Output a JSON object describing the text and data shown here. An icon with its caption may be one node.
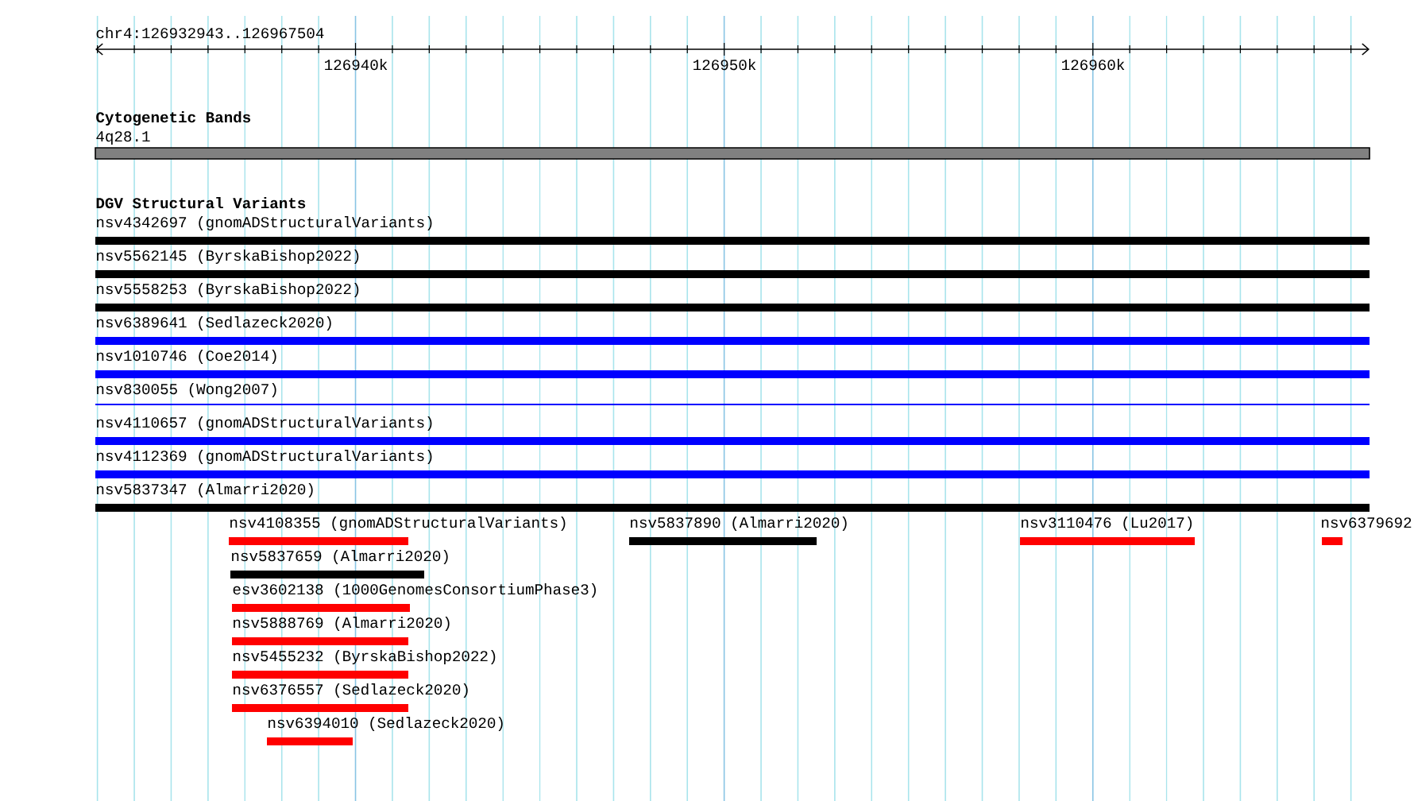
{
  "diagram": {
    "nodes": [
      {
        "text": [
          "4q28.1"
        ]
      },
      {
        "text": [
          "nsv4342697 (gnomADStructuralVariants)"
        ]
      },
      {
        "text": [
          "nsv5562145 (ByrskaBishop2022)"
        ]
      },
      {
        "text": [
          "nsv5558253 (ByrskaBishop2022)"
        ]
      },
      {
        "text": [
          "nsv6389641 (Sedlazeck2020)"
        ]
      },
      {
        "text": [
          "nsv1010746 (Coe2014)"
        ]
      },
      {
        "text": [
          "nsv830055 (Wong2007)"
        ]
      },
      {
        "text": [
          "nsv4110657 (gnomADStructuralVariants)"
        ]
      },
      {
        "text": [
          "nsv4112369 (gnomADStructuralVariants)"
        ]
      },
      {
        "text": [
          "nsv5837347 (Almarri2020)"
        ]
      },
      {
        "text": [
          "nsv4108355 (gnomADStructuralVariants)"
        ]
      },
      {
        "text": [
          "nsv5837890 (Almarri2020)"
        ]
      },
      {
        "text": [
          "nsv3110476 (Lu2017)"
        ]
      },
      {
        "text": [
          "nsv6379692"
        ]
      },
      {
        "text": [
          "nsv5837659 (Almarri2020)"
        ]
      },
      {
        "text": [
          "esv3602138 (1000GenomesConsortiumPhase3)"
        ]
      },
      {
        "text": [
          "nsv5888769 (Almarri2020)"
        ]
      },
      {
        "text": [
          "nsv5455232 (ByrskaBishop2022)"
        ]
      },
      {
        "text": [
          "nsv6376557 (Sedlazeck2020)"
        ]
      },
      {
        "text": [
          "nsv6394010 (Sedlazeck2020)"
        ]
      }
    ],
    "edges": [],
    "labels": [
      "chr4:126932943..126967504",
      "126940k",
      "126950k",
      "126960k",
      "Cytogenetic Bands",
      "DGV Structural Variants"
    ]
  }
}
